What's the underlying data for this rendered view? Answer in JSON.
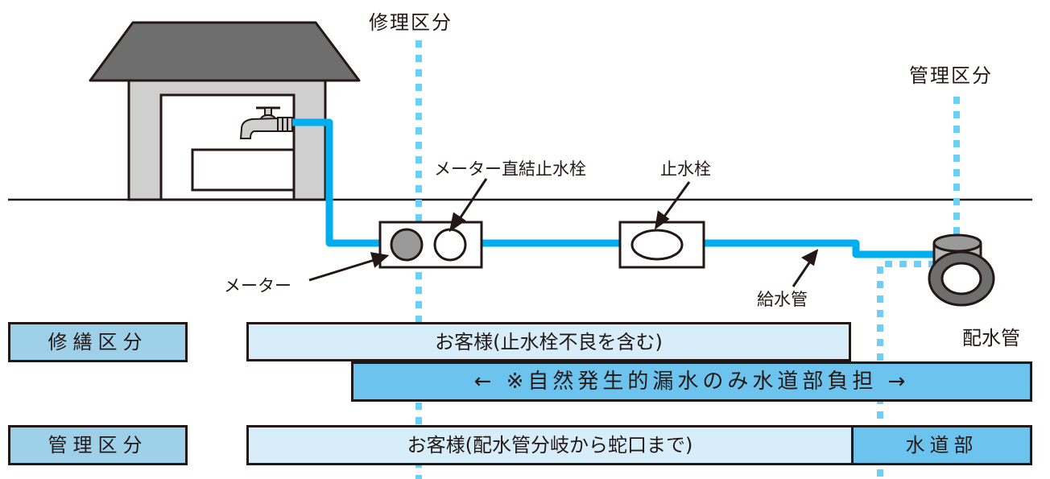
{
  "labels": {
    "repair_boundary": "修理区分",
    "management_boundary": "管理区分",
    "direct_stop_valve": "メーター直結止水栓",
    "stop_valve": "止水栓",
    "meter": "メーター",
    "supply_pipe": "給水管",
    "distribution_pipe": "配水管"
  },
  "rows": {
    "repair": {
      "category": "修繕区分",
      "customer": "お客様(止水栓不良を含む)",
      "note": "← ※自然発生的漏水のみ水道部負担 →"
    },
    "management": {
      "category": "管理区分",
      "customer": "お客様(配水管分岐から蛇口まで)",
      "department": "水道部"
    }
  },
  "colors": {
    "pipe": "#00aeef",
    "boundary": "#6ccff6",
    "house_gray": "#cfcfcf",
    "roof": "#6e6e6e",
    "box_light": "#d7eefa",
    "box_mid": "#6cc4ee",
    "box_category": "#9fd0ea",
    "meter_gray": "#9a9a9a",
    "line": "#231815"
  }
}
